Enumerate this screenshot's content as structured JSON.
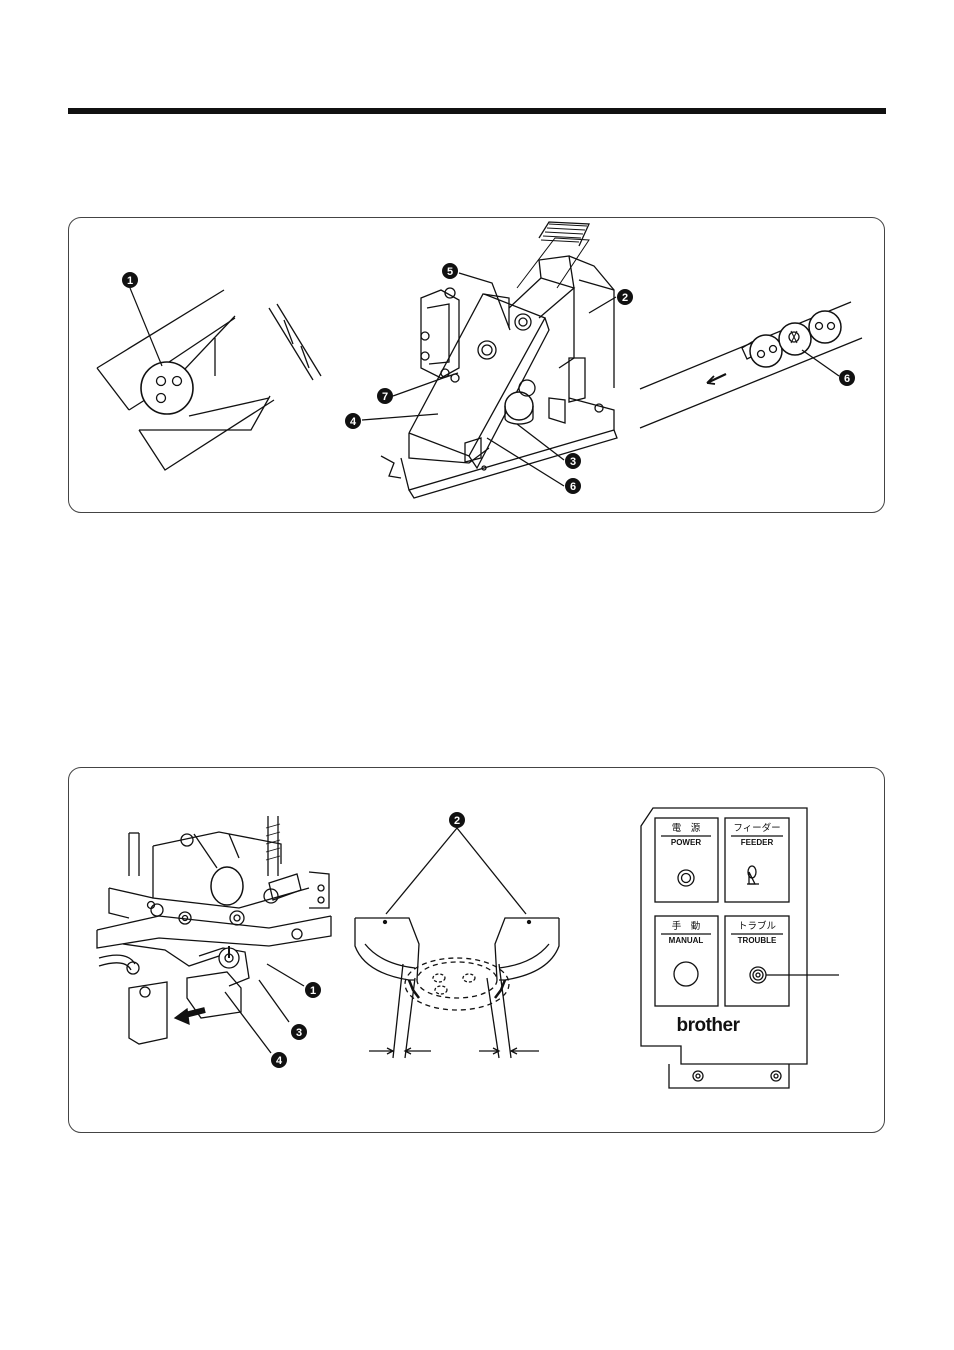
{
  "figure1": {
    "callouts": {
      "c1": "1",
      "c2": "2",
      "c3": "3",
      "c4": "4",
      "c5": "5",
      "c6a": "6",
      "c6b": "6",
      "c7": "7"
    }
  },
  "figure2": {
    "callouts": {
      "c1": "1",
      "c2": "2",
      "c3": "3",
      "c4": "4"
    },
    "control_panel": {
      "power_jp": "電　源",
      "power_en": "POWER",
      "feeder_jp": "フィーダー",
      "feeder_en": "FEEDER",
      "manual_jp": "手　動",
      "manual_en": "MANUAL",
      "trouble_jp": "トラブル",
      "trouble_en": "TROUBLE",
      "brand": "brother"
    }
  },
  "colors": {
    "line": "#111111",
    "panel_border": "#444444",
    "background": "#ffffff"
  }
}
